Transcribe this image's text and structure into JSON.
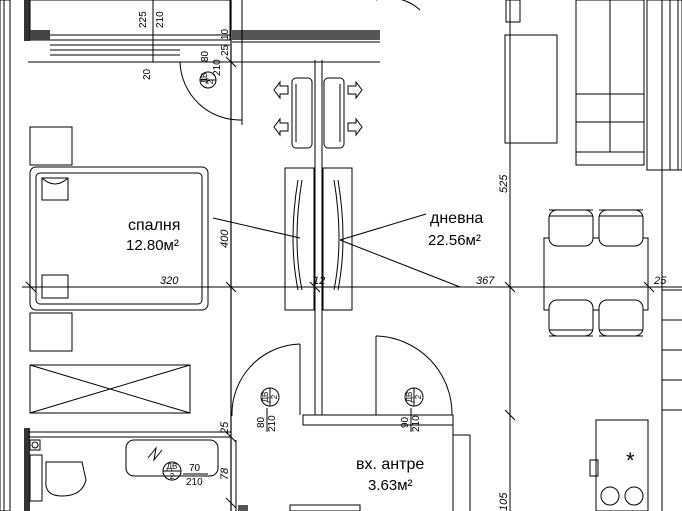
{
  "rooms": {
    "bedroom": {
      "name": "спалня",
      "area": "12.80м²"
    },
    "living": {
      "name": "дневна",
      "area": "22.56м²"
    },
    "entrance": {
      "name": "вх. антре",
      "area": "3.63м²"
    }
  },
  "dimensions": {
    "bedroom_width": "320",
    "living_width": "367",
    "partition": "12",
    "right_wall": "25",
    "bedroom_height": "400",
    "living_height": "525",
    "top_window_a": "225",
    "top_window_b": "210",
    "top_left": "20",
    "top_opening": "80",
    "top_opening_b": "25",
    "top_opening_c": "10",
    "top_window_c": "210",
    "left_lower_a": "25",
    "left_lower_b": "78",
    "bottom_right": "105"
  },
  "door_tags": {
    "top": {
      "type": "ДВ",
      "num": "2",
      "w": "80",
      "h": "210"
    },
    "bedroom_door": {
      "type": "ДВ",
      "num": "2",
      "w": "80",
      "h": "210"
    },
    "living_door": {
      "type": "ДВ",
      "num": "2",
      "w": "90",
      "h": "210"
    },
    "bath_door": {
      "type": "ДВ",
      "num": "2",
      "w": "70",
      "h": "210"
    }
  },
  "symbols": {
    "hob": "*"
  }
}
